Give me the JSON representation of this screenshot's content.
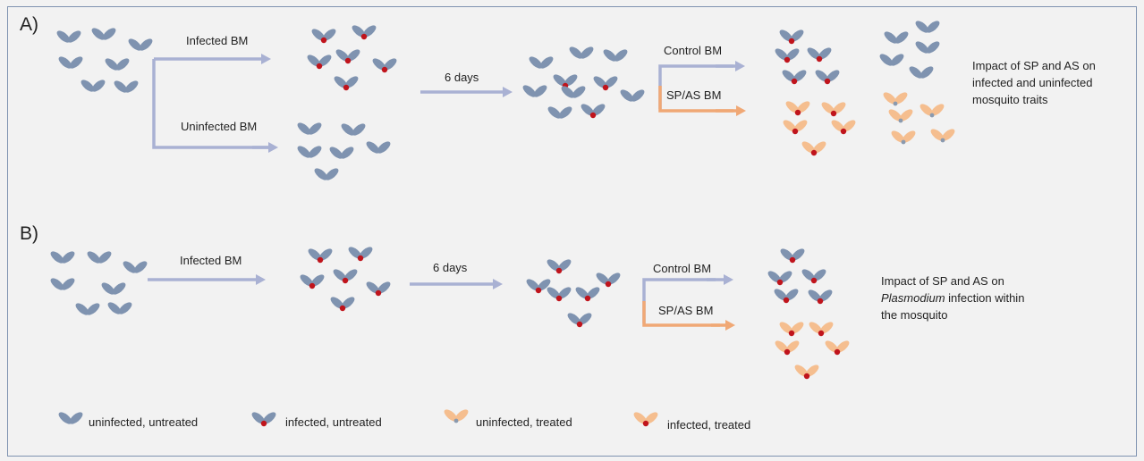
{
  "panelA": {
    "label": "A)",
    "infected_label": "Infected BM",
    "uninfected_label": "Uninfected BM",
    "days_label": "6 days",
    "control_label": "Control BM",
    "treated_label": "SP/AS BM",
    "description": "Impact of SP and AS on infected and uninfected mosquito traits"
  },
  "panelB": {
    "label": "B)",
    "infected_label": "Infected BM",
    "days_label": "6 days",
    "control_label": "Control BM",
    "treated_label": "SP/AS BM",
    "description_pre": "Impact of SP and AS on",
    "description_italic": "Plasmodium",
    "description_post": "infection within the mosquito"
  },
  "legend": [
    {
      "label": "uninfected, untreated"
    },
    {
      "label": "infected, untreated"
    },
    {
      "label": "uninfected, treated"
    },
    {
      "label": "infected, treated"
    }
  ],
  "colors": {
    "wing_untreated": "#7f93b0",
    "wing_treated": "#f5be8f",
    "infection_dot": "#c0141c",
    "body_uninfected": "#8a9aaf",
    "arrow_main": "#a9b1d3",
    "arrow_treated": "#f0a875"
  }
}
